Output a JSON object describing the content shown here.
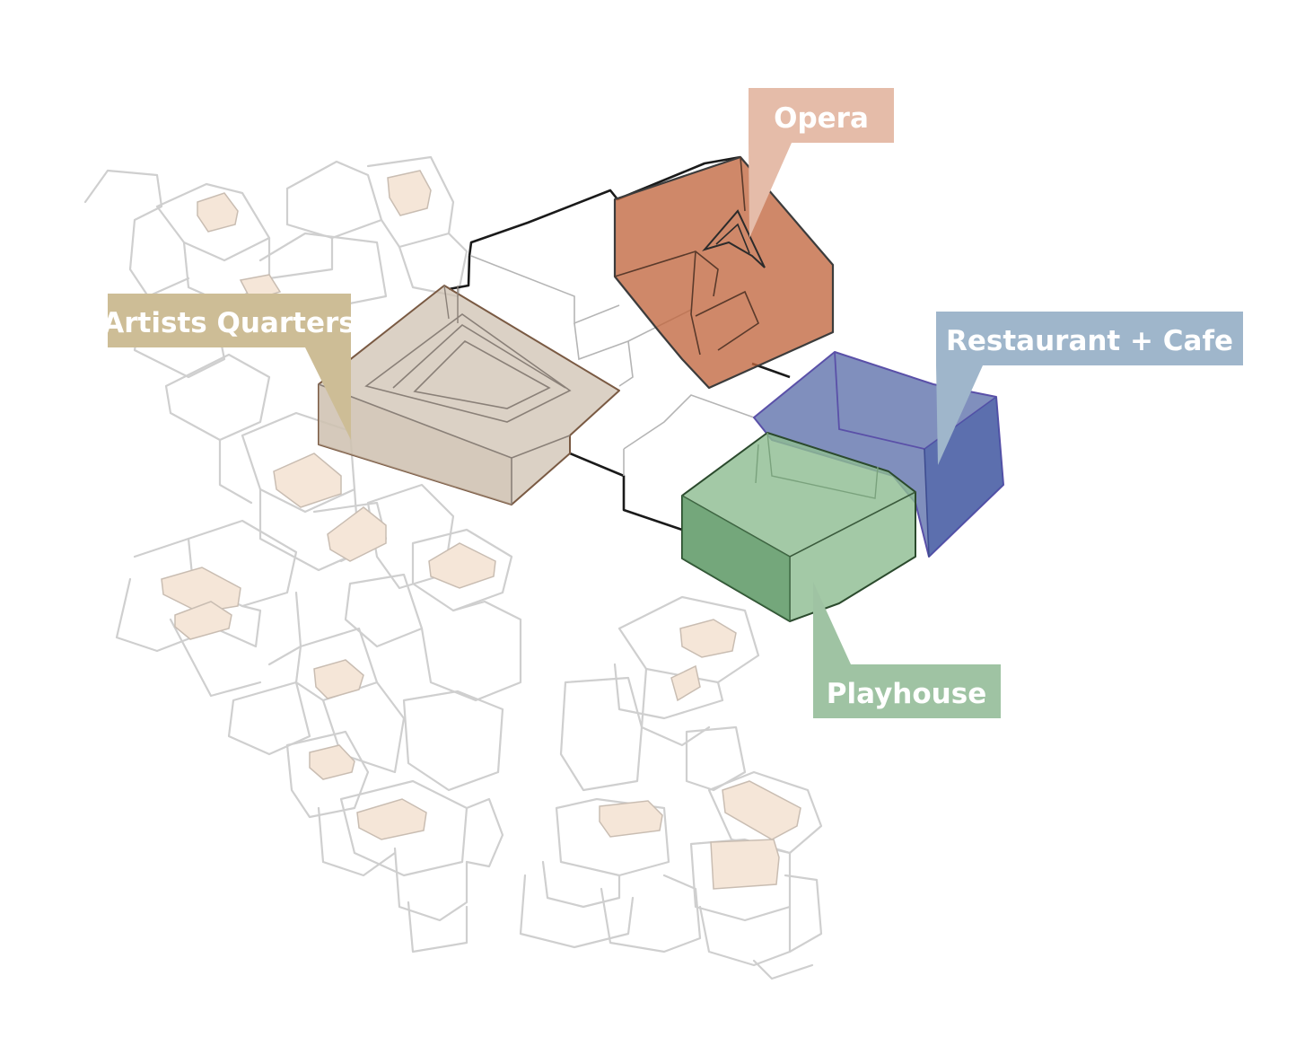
{
  "labels": {
    "opera": "Opera",
    "restaurant": "Restaurant + Cafe",
    "artists": "Artists Quarters",
    "playhouse": "Playhouse"
  },
  "colors": {
    "opera_volume": "#c2673f",
    "opera_label": "#e5bca9",
    "restaurant_volume": "#4f64a3",
    "restaurant_label": "#9fb6cb",
    "artists_volume": "#cfc2b2",
    "artists_label": "#cdbd96",
    "playhouse_volume": "#8fbd92",
    "playhouse_label": "#9fc3a3",
    "context_lines": "#cfcfcf",
    "roof_boxes": "#f5e6d8",
    "site_outline": "#1a1a1a",
    "label_text": "#ffffff"
  }
}
